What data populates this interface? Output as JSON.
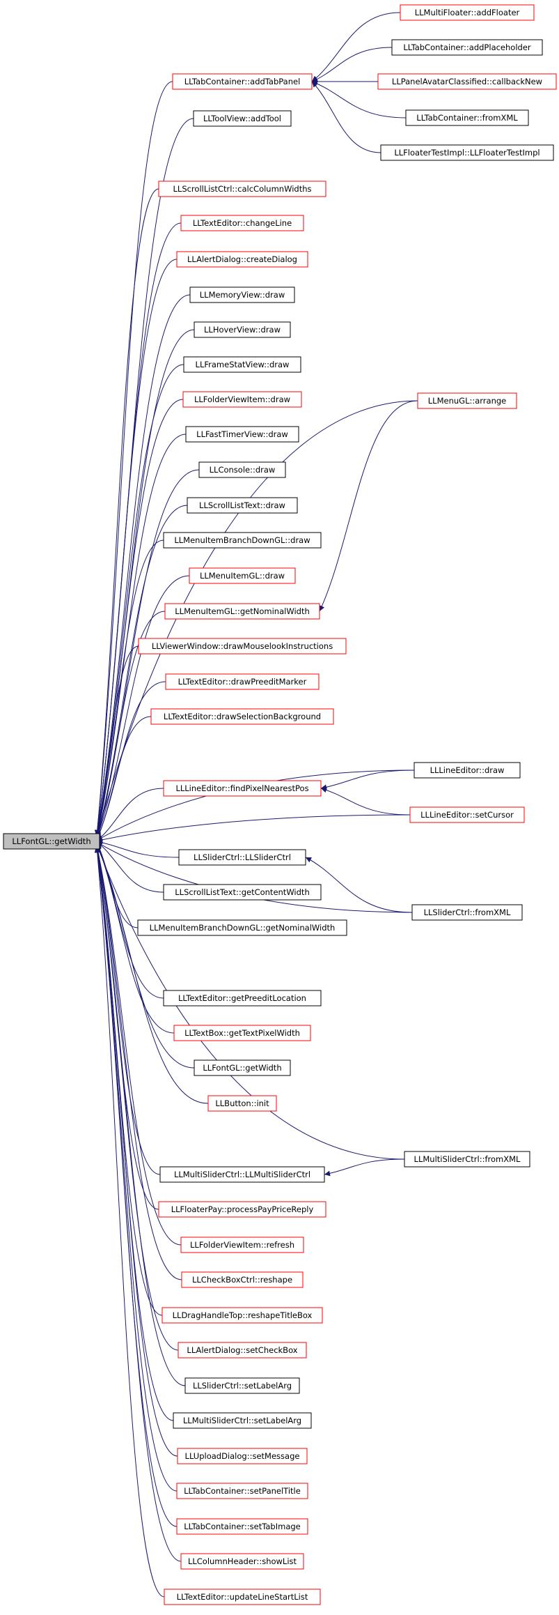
{
  "graph": {
    "colors": {
      "edge": "#191970",
      "red_border": "#ff0000",
      "black_border": "#000000",
      "root_fill": "#bfbfbf",
      "node_fill": "#ffffff"
    },
    "nodes": [
      {
        "id": "root",
        "label": "LLFontGL::getWidth",
        "style": "root"
      },
      {
        "id": "addTabPanel",
        "label": "LLTabContainer::addTabPanel",
        "style": "red"
      },
      {
        "id": "addTool",
        "label": "LLToolView::addTool",
        "style": "black"
      },
      {
        "id": "calcColumnWidths",
        "label": "LLScrollListCtrl::calcColumnWidths",
        "style": "red"
      },
      {
        "id": "changeLine",
        "label": "LLTextEditor::changeLine",
        "style": "red"
      },
      {
        "id": "createDialog",
        "label": "LLAlertDialog::createDialog",
        "style": "red"
      },
      {
        "id": "memDraw",
        "label": "LLMemoryView::draw",
        "style": "black"
      },
      {
        "id": "hoverDraw",
        "label": "LLHoverView::draw",
        "style": "black"
      },
      {
        "id": "frameDraw",
        "label": "LLFrameStatView::draw",
        "style": "black"
      },
      {
        "id": "folderDraw",
        "label": "LLFolderViewItem::draw",
        "style": "red"
      },
      {
        "id": "fastDraw",
        "label": "LLFastTimerView::draw",
        "style": "black"
      },
      {
        "id": "consoleDraw",
        "label": "LLConsole::draw",
        "style": "black"
      },
      {
        "id": "sltDraw",
        "label": "LLScrollListText::draw",
        "style": "black"
      },
      {
        "id": "mibdDraw",
        "label": "LLMenuItemBranchDownGL::draw",
        "style": "black"
      },
      {
        "id": "migDraw",
        "label": "LLMenuItemGL::draw",
        "style": "red"
      },
      {
        "id": "migNominal",
        "label": "LLMenuItemGL::getNominalWidth",
        "style": "red"
      },
      {
        "id": "vwDraw",
        "label": "LLViewerWindow::drawMouselookInstructions",
        "style": "red"
      },
      {
        "id": "tePreedit",
        "label": "LLTextEditor::drawPreeditMarker",
        "style": "red"
      },
      {
        "id": "teSelBg",
        "label": "LLTextEditor::drawSelectionBackground",
        "style": "red"
      },
      {
        "id": "lePixel",
        "label": "LLLineEditor::findPixelNearestPos",
        "style": "red"
      },
      {
        "id": "scCtor",
        "label": "LLSliderCtrl::LLSliderCtrl",
        "style": "black"
      },
      {
        "id": "sltContent",
        "label": "LLScrollListText::getContentWidth",
        "style": "black"
      },
      {
        "id": "mibdNominal",
        "label": "LLMenuItemBranchDownGL::getNominalWidth",
        "style": "black"
      },
      {
        "id": "tePreeditLoc",
        "label": "LLTextEditor::getPreeditLocation",
        "style": "black"
      },
      {
        "id": "tbPixel",
        "label": "LLTextBox::getTextPixelWidth",
        "style": "red"
      },
      {
        "id": "fgWidth",
        "label": "LLFontGL::getWidth",
        "style": "black"
      },
      {
        "id": "btnInit",
        "label": "LLButton::init",
        "style": "red"
      },
      {
        "id": "mscCtor",
        "label": "LLMultiSliderCtrl::LLMultiSliderCtrl",
        "style": "black"
      },
      {
        "id": "fpProcess",
        "label": "LLFloaterPay::processPayPriceReply",
        "style": "red"
      },
      {
        "id": "fviRefresh",
        "label": "LLFolderViewItem::refresh",
        "style": "red"
      },
      {
        "id": "cbReshape",
        "label": "LLCheckBoxCtrl::reshape",
        "style": "red"
      },
      {
        "id": "dhReshape",
        "label": "LLDragHandleTop::reshapeTitleBox",
        "style": "red"
      },
      {
        "id": "adCheck",
        "label": "LLAlertDialog::setCheckBox",
        "style": "red"
      },
      {
        "id": "scLabel",
        "label": "LLSliderCtrl::setLabelArg",
        "style": "black"
      },
      {
        "id": "mscLabel",
        "label": "LLMultiSliderCtrl::setLabelArg",
        "style": "black"
      },
      {
        "id": "udMsg",
        "label": "LLUploadDialog::setMessage",
        "style": "red"
      },
      {
        "id": "tcTitle",
        "label": "LLTabContainer::setPanelTitle",
        "style": "red"
      },
      {
        "id": "tcImage",
        "label": "LLTabContainer::setTabImage",
        "style": "red"
      },
      {
        "id": "chShow",
        "label": "LLColumnHeader::showList",
        "style": "red"
      },
      {
        "id": "teUpdate",
        "label": "LLTextEditor::updateLineStartList",
        "style": "red"
      },
      {
        "id": "mfAdd",
        "label": "LLMultiFloater::addFloater",
        "style": "red"
      },
      {
        "id": "tcPlaceholder",
        "label": "LLTabContainer::addPlaceholder",
        "style": "black"
      },
      {
        "id": "paCallback",
        "label": "LLPanelAvatarClassified::callbackNew",
        "style": "red"
      },
      {
        "id": "tcFromXML",
        "label": "LLTabContainer::fromXML",
        "style": "black"
      },
      {
        "id": "ftCtor",
        "label": "LLFloaterTestImpl::LLFloaterTestImpl",
        "style": "black"
      },
      {
        "id": "menuArrange",
        "label": "LLMenuGL::arrange",
        "style": "red"
      },
      {
        "id": "leDraw",
        "label": "LLLineEditor::draw",
        "style": "black"
      },
      {
        "id": "leCursor",
        "label": "LLLineEditor::setCursor",
        "style": "red"
      },
      {
        "id": "scFromXML",
        "label": "LLSliderCtrl::fromXML",
        "style": "black"
      },
      {
        "id": "mscFromXML",
        "label": "LLMultiSliderCtrl::fromXML",
        "style": "black"
      }
    ]
  }
}
